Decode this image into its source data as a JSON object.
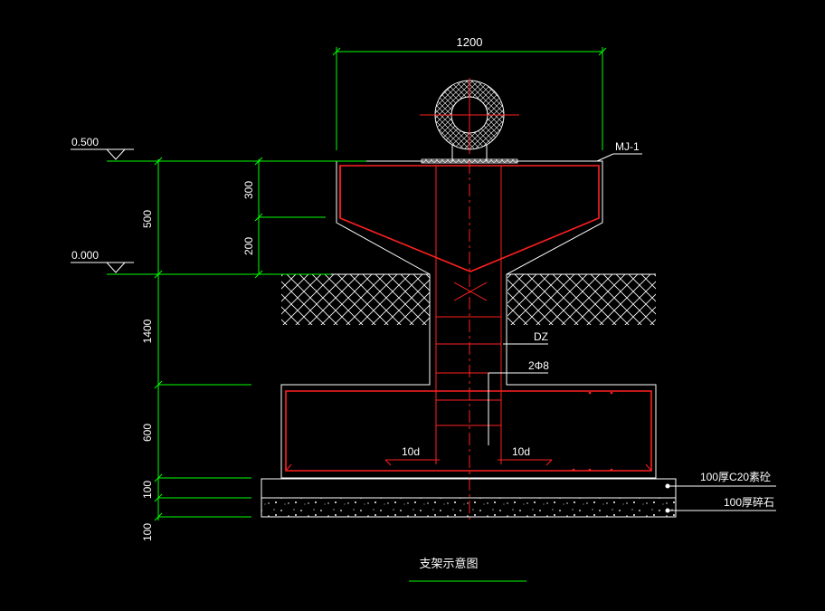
{
  "drawing": {
    "title": "支架示意图",
    "width_dim": "1200",
    "elevations": {
      "top": "0.500",
      "ground": "0.000"
    },
    "left_dims": [
      "500",
      "1400",
      "600",
      "100",
      "100"
    ],
    "inner_dims": [
      "300",
      "200"
    ],
    "labels": {
      "mj": "MJ-1",
      "dz": "DZ",
      "rebar": "2Φ8",
      "anchor_left": "10d",
      "anchor_right": "10d",
      "layer_concrete": "100厚C20素砼",
      "layer_gravel": "100厚碎石"
    }
  },
  "colors": {
    "background": "#000000",
    "dimension": "#00ff00",
    "outline": "#ffffff",
    "reinforcement": "#ff2020"
  }
}
